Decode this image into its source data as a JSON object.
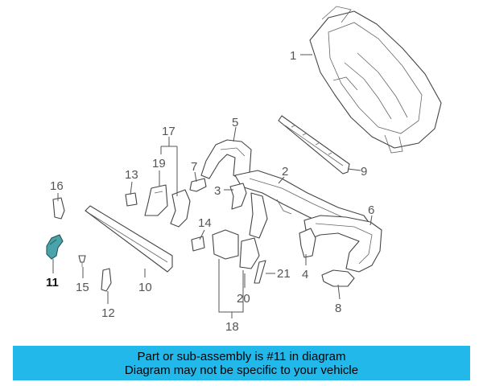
{
  "diagram": {
    "callouts": [
      "1",
      "2",
      "3",
      "4",
      "5",
      "6",
      "7",
      "8",
      "9",
      "10",
      "11",
      "12",
      "13",
      "14",
      "15",
      "16",
      "17",
      "18",
      "19",
      "20",
      "21"
    ],
    "highlight_callout": "11",
    "highlight_color": "#4aa3a8"
  },
  "banner": {
    "line1": "Part or sub-assembly is #11 in diagram",
    "line2": "Diagram may not be specific to your vehicle",
    "background": "#23b8ea"
  }
}
